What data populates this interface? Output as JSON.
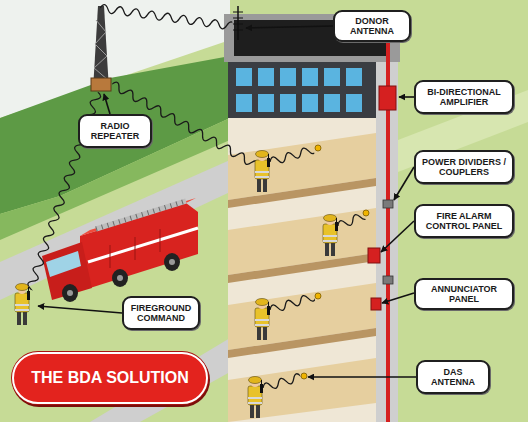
{
  "diagram": {
    "nodes": [
      {
        "text": [
          "DONOR ANTENNA"
        ]
      },
      {
        "text": [
          "BI-DIRECTIONAL AMPLIFIER"
        ]
      },
      {
        "text": [
          "RADIO REPEATER"
        ]
      },
      {
        "text": [
          "POWER DIVIDERS / COUPLERS"
        ]
      },
      {
        "text": [
          "FIRE ALARM CONTROL PANEL"
        ]
      },
      {
        "text": [
          "ANNUNCIATOR PANEL"
        ]
      },
      {
        "text": [
          "FIREGROUND COMMAND"
        ]
      },
      {
        "text": [
          "DAS ANTENNA"
        ]
      },
      {
        "text": [
          "THE BDA SOLUTION"
        ]
      }
    ]
  }
}
